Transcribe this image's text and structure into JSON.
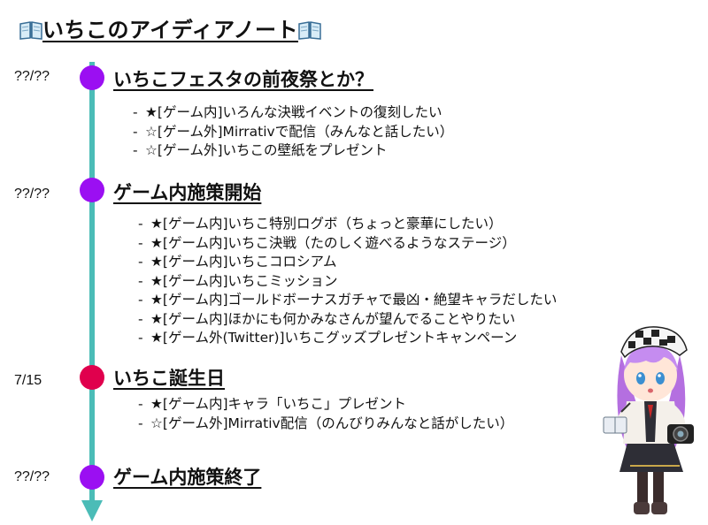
{
  "title": "いちこのアイディアノート",
  "colors": {
    "timeline": "#4bbcb7",
    "dot_purple": "#9b0ff2",
    "dot_red": "#e0004d"
  },
  "milestones": [
    {
      "date": "??/??",
      "heading": "いちこフェスタの前夜祭とか？",
      "dot_color": "#9b0ff2",
      "items": [
        "★[ゲーム内]いろんな決戦イベントの復刻したい",
        "☆[ゲーム外]Mirrativで配信（みんなと話したい）",
        "☆[ゲーム外]いちこの壁紙をプレゼント"
      ]
    },
    {
      "date": "??/??",
      "heading": "ゲーム内施策開始",
      "dot_color": "#9b0ff2",
      "items": [
        "★[ゲーム内]いちこ特別ログボ（ちょっと豪華にしたい）",
        "★[ゲーム内]いちこ決戦（たのしく遊べるようなステージ）",
        "★[ゲーム内]いちこコロシアム",
        "★[ゲーム内]いちこミッション",
        "★[ゲーム内]ゴールドボーナスガチャで最凶・絶望キャラだしたい",
        "★[ゲーム内]ほかにも何かみなさんが望んでることやりたい",
        "★[ゲーム外(Twitter)]いちこグッズプレゼントキャンペーン"
      ]
    },
    {
      "date": "7/15",
      "heading": "いちこ誕生日",
      "dot_color": "#e0004d",
      "items": [
        "★[ゲーム内]キャラ「いちこ」プレゼント",
        "☆[ゲーム外]Mirrativ配信（のんびりみんなと話がしたい）"
      ]
    },
    {
      "date": "??/??",
      "heading": "ゲーム内施策終了",
      "dot_color": "#9b0ff2",
      "items": []
    }
  ]
}
